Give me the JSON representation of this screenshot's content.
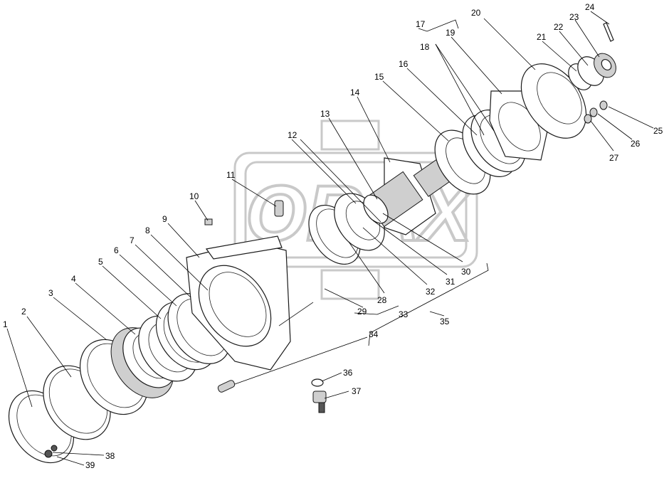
{
  "watermark": {
    "text": "ORAX"
  },
  "callouts": [
    {
      "id": "1",
      "text": "1"
    },
    {
      "id": "2",
      "text": "2"
    },
    {
      "id": "3",
      "text": "3"
    },
    {
      "id": "4",
      "text": "4"
    },
    {
      "id": "5",
      "text": "5"
    },
    {
      "id": "6",
      "text": "6"
    },
    {
      "id": "7",
      "text": "7"
    },
    {
      "id": "8",
      "text": "8"
    },
    {
      "id": "9",
      "text": "9"
    },
    {
      "id": "10",
      "text": "10"
    },
    {
      "id": "11",
      "text": "11"
    },
    {
      "id": "12",
      "text": "12"
    },
    {
      "id": "13",
      "text": "13"
    },
    {
      "id": "14",
      "text": "14"
    },
    {
      "id": "15",
      "text": "15"
    },
    {
      "id": "16",
      "text": "16"
    },
    {
      "id": "17",
      "text": "17"
    },
    {
      "id": "18",
      "text": "18"
    },
    {
      "id": "19",
      "text": "19"
    },
    {
      "id": "20",
      "text": "20"
    },
    {
      "id": "21",
      "text": "21"
    },
    {
      "id": "22",
      "text": "22"
    },
    {
      "id": "23",
      "text": "23"
    },
    {
      "id": "24",
      "text": "24"
    },
    {
      "id": "25",
      "text": "25"
    },
    {
      "id": "26",
      "text": "26"
    },
    {
      "id": "27",
      "text": "27"
    },
    {
      "id": "28",
      "text": "28"
    },
    {
      "id": "29",
      "text": "29"
    },
    {
      "id": "30",
      "text": "30"
    },
    {
      "id": "31",
      "text": "31"
    },
    {
      "id": "32",
      "text": "32"
    },
    {
      "id": "33",
      "text": "33"
    },
    {
      "id": "34",
      "text": "34"
    },
    {
      "id": "35",
      "text": "35"
    },
    {
      "id": "36",
      "text": "36"
    },
    {
      "id": "37",
      "text": "37"
    },
    {
      "id": "38",
      "text": "38"
    },
    {
      "id": "39",
      "text": "39"
    }
  ]
}
